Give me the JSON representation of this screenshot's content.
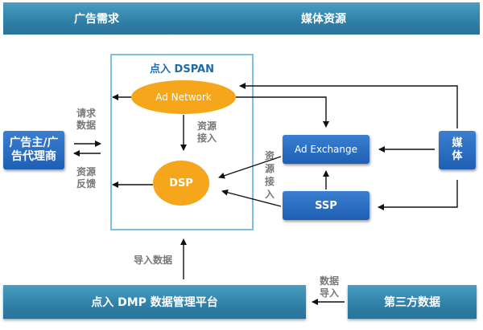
{
  "banners": {
    "ad_demand": "广告需求",
    "media_resource": "媒体资源",
    "dmp": "点入 DMP 数据管理平台",
    "third_party": "第三方数据"
  },
  "dspan": {
    "title": "点入 DSPAN",
    "ad_network": "Ad Network",
    "dsp": "DSP",
    "resource_access": "资源接入"
  },
  "nodes": {
    "advertiser": "广告主/广告代理商",
    "ad_exchange": "Ad Exchange",
    "ssp": "SSP",
    "media": "媒体"
  },
  "labels": {
    "request_data": "请求数据",
    "resource_feedback": "资源反馈",
    "resource_access_vertical": "资源接入",
    "import_data": "导入数据",
    "data_import": "数据导入"
  },
  "colors": {
    "banner": "#2f7fa6",
    "box": "#1f5fb3",
    "oval": "#f5a61b",
    "frame": "#7dc1dd"
  }
}
